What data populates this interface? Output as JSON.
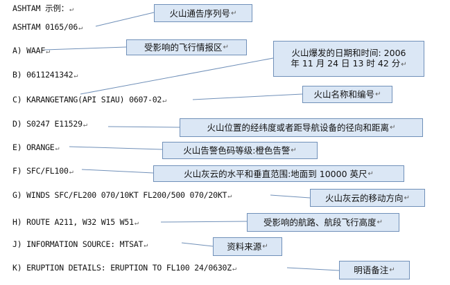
{
  "lines": [
    {
      "id": "intro",
      "text": "ASHTAM 示例："
    },
    {
      "id": "series",
      "text": "ASHTAM 0165/06"
    },
    {
      "id": "a",
      "text": "A) WAAF"
    },
    {
      "id": "b",
      "text": "B) 0611241342"
    },
    {
      "id": "c",
      "text": "C) KARANGETANG(API SIAU) 0607-02"
    },
    {
      "id": "d",
      "text": "D) S0247 E11529"
    },
    {
      "id": "e",
      "text": "E) ORANGE"
    },
    {
      "id": "f",
      "text": "F) SFC/FL100"
    },
    {
      "id": "g",
      "text": "G) WINDS SFC/FL200 070/10KT FL200/500 070/20KT"
    },
    {
      "id": "h",
      "text": "H) ROUTE A211, W32 W15 W51"
    },
    {
      "id": "j",
      "text": "J) INFORMATION SOURCE:  MTSAT"
    },
    {
      "id": "k",
      "text": "K) ERUPTION DETAILS:  ERUPTION TO FL100 24/0630Z"
    }
  ],
  "callouts": [
    {
      "id": "series",
      "text": "火山通告序列号"
    },
    {
      "id": "a",
      "text": "受影响的飞行情报区"
    },
    {
      "id": "b_line1",
      "text": "火山爆发的日期和时间: 2006"
    },
    {
      "id": "b_line2",
      "text": "年 11 月 24 日 13 时 42 分"
    },
    {
      "id": "c",
      "text": "火山名称和编号"
    },
    {
      "id": "d",
      "text": "火山位置的经纬度或者距导航设备的径向和距离"
    },
    {
      "id": "e",
      "text": "火山告警色码等级:橙色告警"
    },
    {
      "id": "f",
      "text": "火山灰云的水平和垂直范围:地面到 10000 英尺"
    },
    {
      "id": "g",
      "text": "火山灰云的移动方向"
    },
    {
      "id": "h",
      "text": "受影响的航路、航段飞行高度"
    },
    {
      "id": "j",
      "text": "资料来源"
    },
    {
      "id": "k",
      "text": "明语备注"
    }
  ],
  "mark_glyph": "↵",
  "colors": {
    "callout_fill": "#dbe7f5",
    "callout_border": "#6f8fb8",
    "connector": "#6f8fb8"
  }
}
